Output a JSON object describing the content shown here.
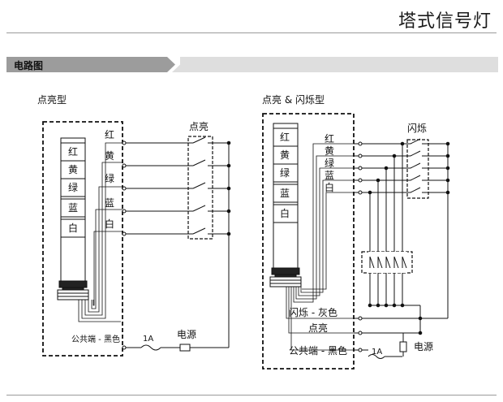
{
  "header": {
    "title": "塔式信号灯"
  },
  "section": {
    "title": "电路图"
  },
  "left": {
    "title": "点亮型",
    "lamps": [
      "红",
      "黄",
      "绿",
      "蓝",
      "白"
    ],
    "wires": [
      "红",
      "黄",
      "绿",
      "蓝",
      "白"
    ],
    "switch_label": "点亮",
    "common_label": "公共端 - 黑色",
    "fuse_label": "1A",
    "power_label": "电源"
  },
  "right": {
    "title": "点亮 & 闪烁型",
    "lamps": [
      "红",
      "黄",
      "绿",
      "蓝",
      "白"
    ],
    "wires": [
      "红",
      "黄",
      "绿",
      "蓝",
      "白"
    ],
    "switch_label": "闪烁",
    "flash_wire_label": "闪烁 - 灰色",
    "on_wire_label": "点亮",
    "common_label": "公共端 - 黑色",
    "fuse_label": "1A",
    "power_label": "电源"
  }
}
